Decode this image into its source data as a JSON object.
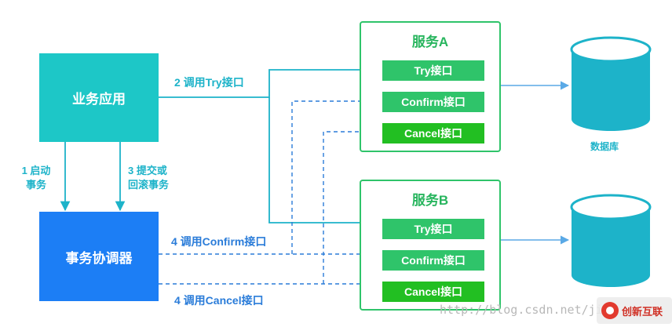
{
  "app": {
    "label": "业务应用"
  },
  "coordinator": {
    "label": "事务协调器"
  },
  "edges": {
    "try": "2 调用Try接口",
    "start_line1": "1 启动",
    "start_line2": "事务",
    "commit_line1": "3 提交或",
    "commit_line2": "回滚事务",
    "confirm": "4 调用Confirm接口",
    "cancel": "4 调用Cancel接口"
  },
  "services": [
    {
      "title": "服务A",
      "try": "Try接口",
      "confirm": "Confirm接口",
      "cancel": "Cancel接口"
    },
    {
      "title": "服务B",
      "try": "Try接口",
      "confirm": "Confirm接口",
      "cancel": "Cancel接口"
    }
  ],
  "database": {
    "label": "数据库"
  },
  "watermark": {
    "text": "http://blog.csdn.net/ji",
    "logo_text": "创新互联"
  },
  "colors": {
    "app": "#1dc7c7",
    "coordinator": "#1c7ef5",
    "service_border": "#2fc46a",
    "database": "#1db3c9",
    "arrow_solid": "#1db3c9",
    "arrow_dashed": "#2a7cd9"
  }
}
